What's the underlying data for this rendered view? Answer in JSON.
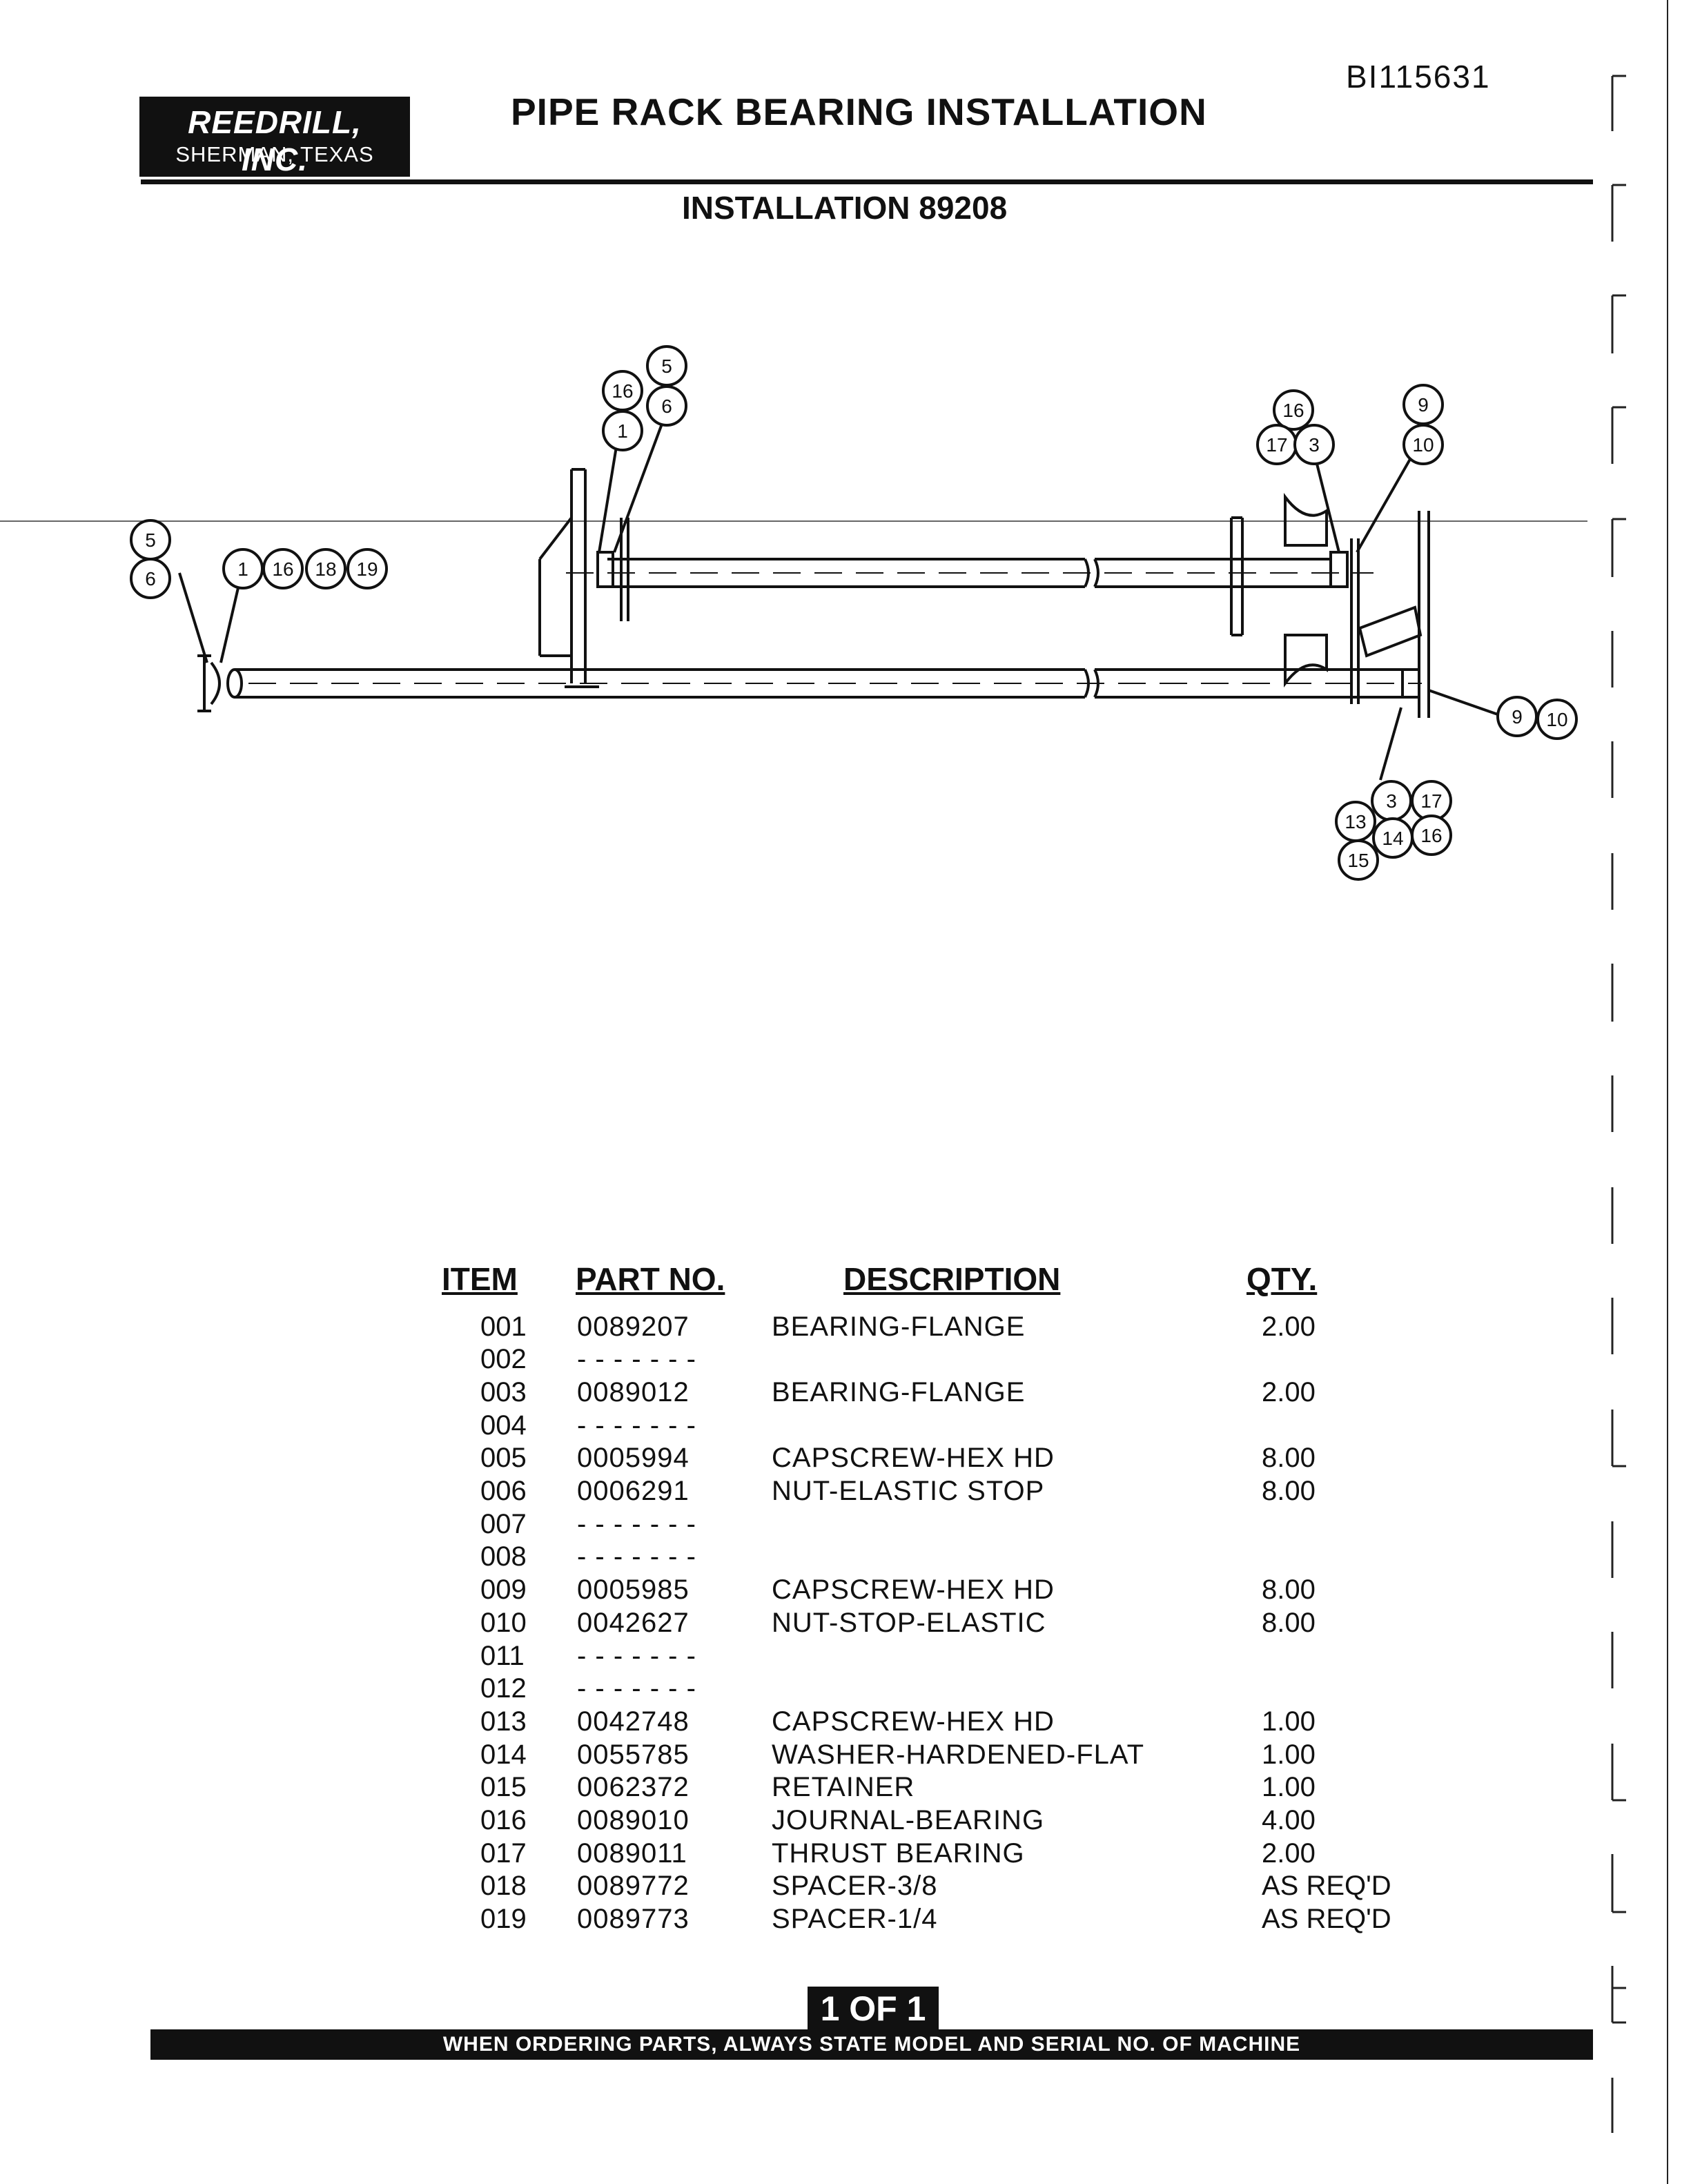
{
  "doc_id": "BI115631",
  "company": {
    "name": "REEDRILL, INC.",
    "city": "SHERMAN, TEXAS"
  },
  "title": "PIPE RACK BEARING INSTALLATION",
  "subtitle": "INSTALLATION 89208",
  "callouts": {
    "left_end": [
      "5",
      "6"
    ],
    "left_group": [
      "1",
      "16",
      "18",
      "19"
    ],
    "upper_left": [
      "5",
      "6",
      "16",
      "1"
    ],
    "upper_right": [
      "16",
      "17",
      "3"
    ],
    "right_top": [
      "9",
      "10"
    ],
    "right_bottom": [
      "9",
      "10"
    ],
    "bottom_right": [
      "3",
      "17",
      "13",
      "14",
      "16",
      "15"
    ]
  },
  "table": {
    "headers": {
      "item": "ITEM",
      "part": "PART NO.",
      "description": "DESCRIPTION",
      "qty": "QTY."
    },
    "rows": [
      {
        "item": "001",
        "part": "0089207",
        "description": "BEARING-FLANGE",
        "qty": "2.00"
      },
      {
        "item": "002",
        "part": "- - - - - - -",
        "description": "",
        "qty": ""
      },
      {
        "item": "003",
        "part": "0089012",
        "description": "BEARING-FLANGE",
        "qty": "2.00"
      },
      {
        "item": "004",
        "part": "- - - - - - -",
        "description": "",
        "qty": ""
      },
      {
        "item": "005",
        "part": "0005994",
        "description": "CAPSCREW-HEX HD",
        "qty": "8.00"
      },
      {
        "item": "006",
        "part": "0006291",
        "description": "NUT-ELASTIC STOP",
        "qty": "8.00"
      },
      {
        "item": "007",
        "part": "- - - - - - -",
        "description": "",
        "qty": ""
      },
      {
        "item": "008",
        "part": "- - - - - - -",
        "description": "",
        "qty": ""
      },
      {
        "item": "009",
        "part": "0005985",
        "description": "CAPSCREW-HEX HD",
        "qty": "8.00"
      },
      {
        "item": "010",
        "part": "0042627",
        "description": "NUT-STOP-ELASTIC",
        "qty": "8.00"
      },
      {
        "item": "011",
        "part": "- - - - - - -",
        "description": "",
        "qty": ""
      },
      {
        "item": "012",
        "part": "- - - - - - -",
        "description": "",
        "qty": ""
      },
      {
        "item": "013",
        "part": "0042748",
        "description": "CAPSCREW-HEX HD",
        "qty": "1.00"
      },
      {
        "item": "014",
        "part": "0055785",
        "description": "WASHER-HARDENED-FLAT",
        "qty": "1.00"
      },
      {
        "item": "015",
        "part": "0062372",
        "description": "RETAINER",
        "qty": "1.00"
      },
      {
        "item": "016",
        "part": "0089010",
        "description": "JOURNAL-BEARING",
        "qty": "4.00"
      },
      {
        "item": "017",
        "part": "0089011",
        "description": "THRUST BEARING",
        "qty": "2.00"
      },
      {
        "item": "018",
        "part": "0089772",
        "description": "SPACER-3/8",
        "qty": "AS REQ'D"
      },
      {
        "item": "019",
        "part": "0089773",
        "description": "SPACER-1/4",
        "qty": "AS REQ'D"
      }
    ]
  },
  "page": "1 OF 1",
  "footer": "WHEN ORDERING PARTS, ALWAYS STATE MODEL AND SERIAL NO. OF MACHINE"
}
